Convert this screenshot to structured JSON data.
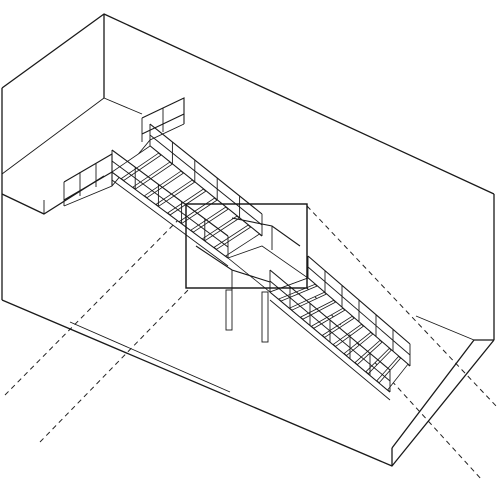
{
  "drawing": {
    "line_color": "#1a1a1a",
    "background": "#ffffff",
    "flight_upper_steps": 10,
    "flight_lower_steps": 11,
    "landing_columns": 2
  }
}
